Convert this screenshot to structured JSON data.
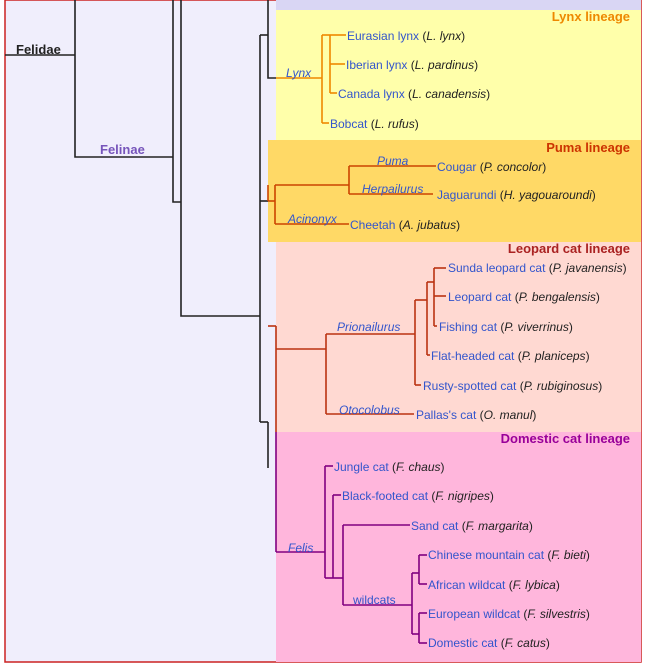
{
  "taxa": {
    "felidae": "Felidae",
    "felinae": "Felinae"
  },
  "lineages": {
    "lynx": "Lynx lineage",
    "puma": "Puma lineage",
    "leopard": "Leopard cat lineage",
    "domestic": "Domestic cat lineage"
  },
  "genera": {
    "lynx": "Lynx",
    "puma": "Puma",
    "herpailurus": "Herpailurus",
    "acinonyx": "Acinonyx",
    "prionailurus": "Prionailurus",
    "otocolobus": "Otocolobus",
    "felis": "Felis",
    "wildcats": "wildcats"
  },
  "species": [
    {
      "common": "Eurasian lynx",
      "sci": "L. lynx"
    },
    {
      "common": "Iberian lynx",
      "sci": "L. pardinus"
    },
    {
      "common": "Canada lynx",
      "sci": "L. canadensis"
    },
    {
      "common": "Bobcat",
      "sci": "L. rufus"
    },
    {
      "common": "Cougar",
      "sci": "P. concolor"
    },
    {
      "common": "Jaguarundi",
      "sci": "H. yagouaroundi"
    },
    {
      "common": "Cheetah",
      "sci": "A. jubatus"
    },
    {
      "common": "Sunda leopard cat",
      "sci": "P. javanensis"
    },
    {
      "common": "Leopard cat",
      "sci": "P. bengalensis"
    },
    {
      "common": "Fishing cat",
      "sci": "P. viverrinus"
    },
    {
      "common": "Flat-headed cat",
      "sci": "P. planiceps"
    },
    {
      "common": "Rusty-spotted cat",
      "sci": "P. rubiginosus"
    },
    {
      "common": "Pallas's cat",
      "sci": "O. manul"
    },
    {
      "common": "Jungle cat",
      "sci": "F. chaus"
    },
    {
      "common": "Black-footed cat",
      "sci": "F. nigripes"
    },
    {
      "common": "Sand cat",
      "sci": "F. margarita"
    },
    {
      "common": "Chinese mountain cat",
      "sci": "F. bieti"
    },
    {
      "common": "African wildcat",
      "sci": "F. lybica"
    },
    {
      "common": "European wildcat",
      "sci": "F. silvestris"
    },
    {
      "common": "Domestic cat",
      "sci": "F. catus"
    }
  ],
  "colors": {
    "outer_bg": "#f0eefc",
    "border": "#cc2222",
    "lynx_bg": "#ffffaa",
    "puma_bg": "#ffd966",
    "leopard_bg": "#ffd9d2",
    "domestic_bg": "#ffb6dc",
    "lynx_line": "#ee8800",
    "puma_line": "#cc4400",
    "leopard_line": "#bb3311",
    "domestic_line": "#800080",
    "species_text": "#3355cc",
    "genus_text": "#3355cc",
    "lynx_title": "#ee8800",
    "puma_title": "#cc3300",
    "leopard_title": "#aa2222",
    "domestic_title": "#990099",
    "felinae_text": "#7755bb"
  }
}
